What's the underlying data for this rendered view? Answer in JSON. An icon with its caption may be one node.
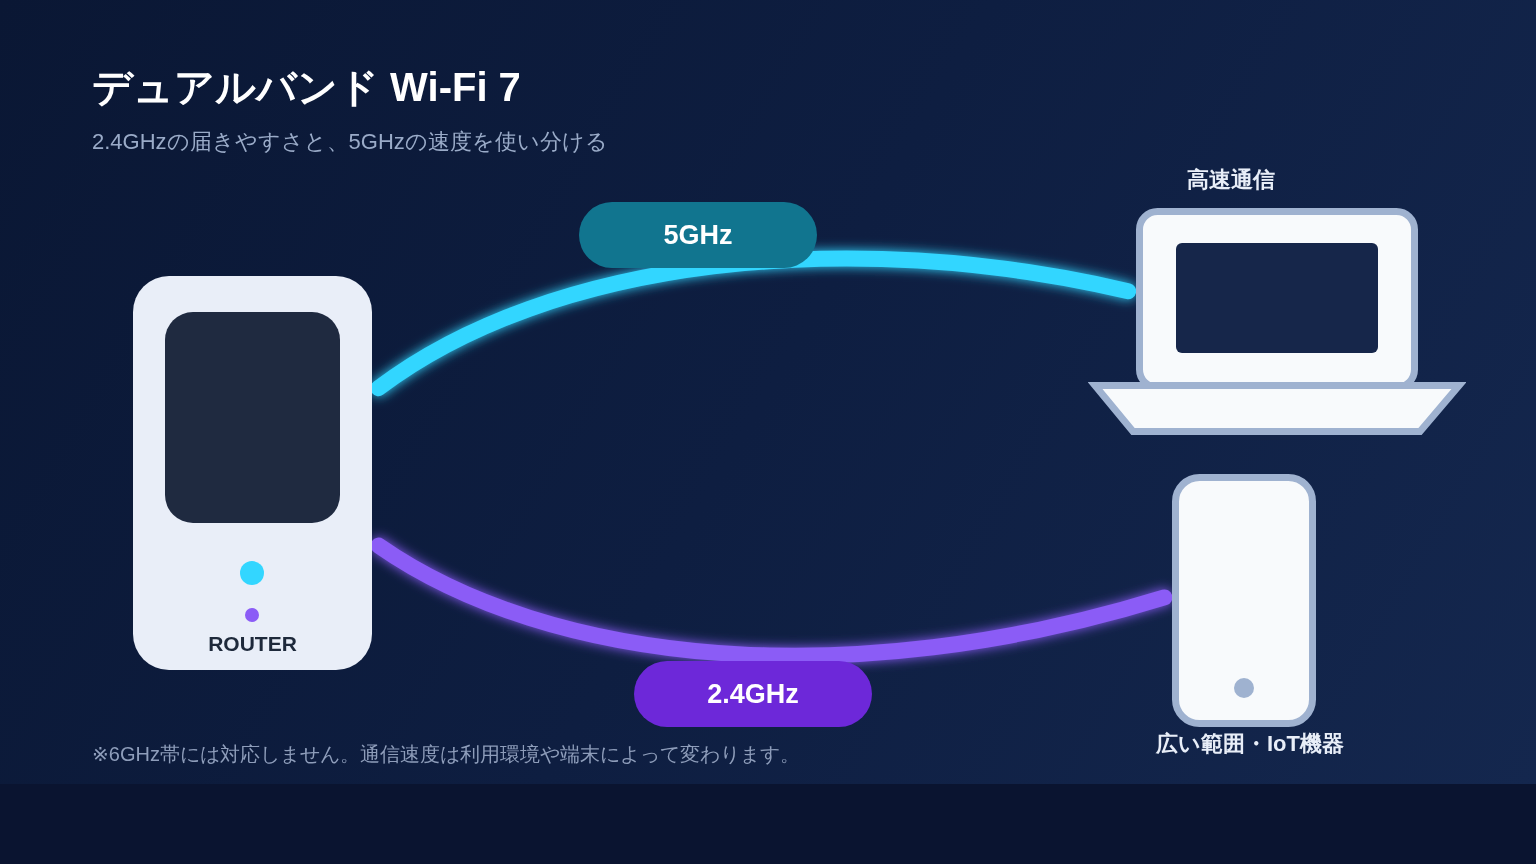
{
  "diagram": {
    "title": "デュアルバンド Wi-Fi 7",
    "nodes": [
      {
        "text": [
          "ROUTER"
        ]
      },
      {
        "text": [
          "高速通信"
        ]
      },
      {
        "text": [
          "広い範囲・IoT機器"
        ]
      }
    ],
    "edges": [
      {
        "from": 0,
        "to": 1,
        "arrow": "none",
        "label": "5GHz",
        "color": "#33d6ff"
      },
      {
        "from": 0,
        "to": 2,
        "arrow": "none",
        "label": "2.4GHz",
        "color": "#8b5cf6"
      }
    ],
    "labels": [
      "2.4GHzの届きやすさと、5GHzの速度を使い分ける",
      "※6GHz帯には対応しません。通信速度は利用環境や端末によって変わります。"
    ]
  }
}
